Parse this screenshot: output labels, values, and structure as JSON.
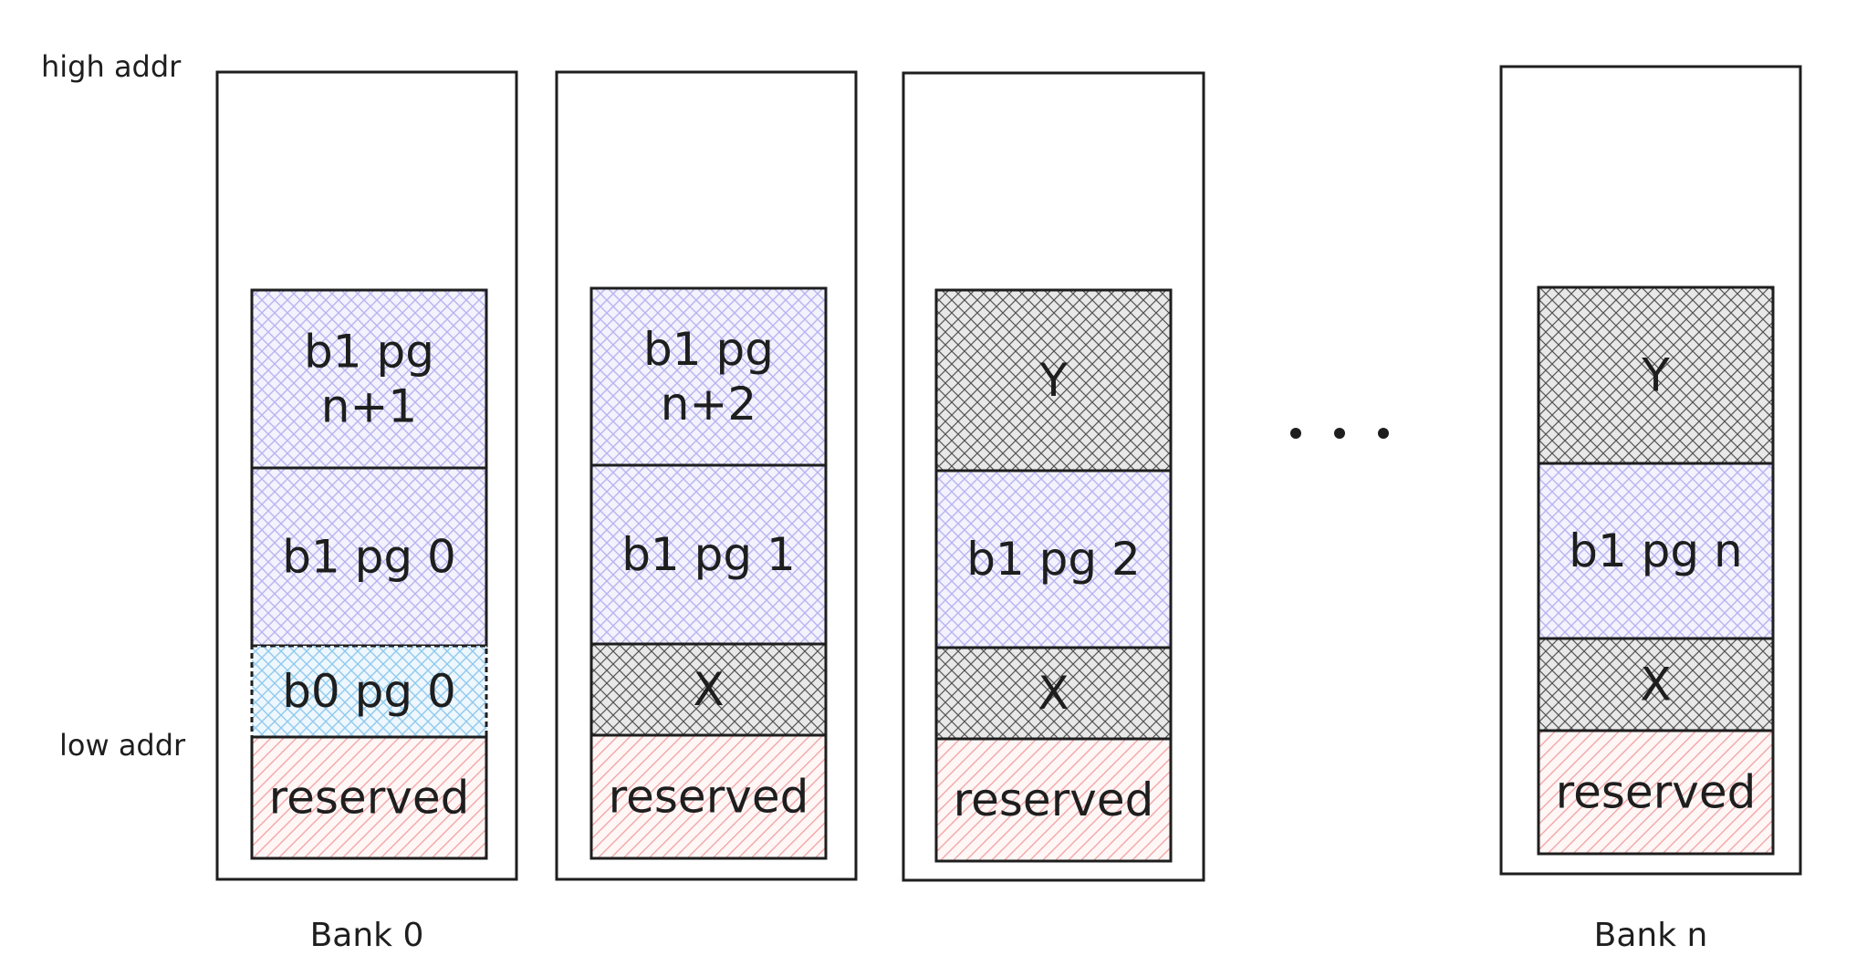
{
  "labels": {
    "high_addr": "high addr",
    "low_addr": "low addr"
  },
  "ellipsis": "...",
  "colors": {
    "ink": "#1e1e1e",
    "b1_hatch": "#b8b4f0",
    "b1_fill": "#f3f2fd",
    "b0_hatch": "#8fc9ee",
    "b0_fill": "#eef7fd",
    "xy_hatch": "#555555",
    "xy_fill": "#e8e8e8",
    "reserved_hatch": "#f2a7a7",
    "reserved_fill": "#fff6f6"
  },
  "banks": [
    {
      "label": "Bank 0",
      "blocks": [
        {
          "kind": "b1",
          "lines": [
            "b1 pg",
            "n+1"
          ]
        },
        {
          "kind": "b1",
          "lines": [
            "b1 pg 0"
          ]
        },
        {
          "kind": "b0",
          "lines": [
            "b0 pg 0"
          ]
        },
        {
          "kind": "reserved",
          "lines": [
            "reserved"
          ]
        }
      ]
    },
    {
      "label": "",
      "blocks": [
        {
          "kind": "b1",
          "lines": [
            "b1 pg",
            "n+2"
          ]
        },
        {
          "kind": "b1",
          "lines": [
            "b1 pg 1"
          ]
        },
        {
          "kind": "xy",
          "lines": [
            "X"
          ]
        },
        {
          "kind": "reserved",
          "lines": [
            "reserved"
          ]
        }
      ]
    },
    {
      "label": "",
      "blocks": [
        {
          "kind": "xy",
          "lines": [
            "Y"
          ]
        },
        {
          "kind": "b1",
          "lines": [
            "b1 pg 2"
          ]
        },
        {
          "kind": "xy",
          "lines": [
            "X"
          ]
        },
        {
          "kind": "reserved",
          "lines": [
            "reserved"
          ]
        }
      ]
    },
    {
      "label": "Bank n",
      "blocks": [
        {
          "kind": "xy",
          "lines": [
            "Y"
          ]
        },
        {
          "kind": "b1",
          "lines": [
            "b1 pg n"
          ]
        },
        {
          "kind": "xy",
          "lines": [
            "X"
          ]
        },
        {
          "kind": "reserved",
          "lines": [
            "reserved"
          ]
        }
      ]
    }
  ]
}
